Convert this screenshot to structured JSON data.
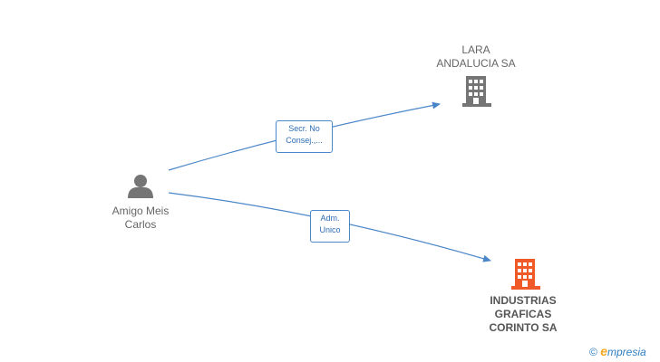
{
  "nodes": {
    "person": {
      "label_line1": "Amigo Meis",
      "label_line2": "Carlos",
      "icon": "person-icon"
    },
    "company_lara": {
      "label_line1": "LARA",
      "label_line2": "ANDALUCIA SA",
      "icon": "building-icon",
      "color": "#757575"
    },
    "company_industrias": {
      "label_line1": "INDUSTRIAS",
      "label_line2": "GRAFICAS",
      "label_line3": "CORINTO SA",
      "icon": "building-icon",
      "color": "#f05a28"
    }
  },
  "edges": [
    {
      "from": "person",
      "to": "company_lara",
      "label_line1": "Secr.  No",
      "label_line2": "Consej.,..."
    },
    {
      "from": "person",
      "to": "company_industrias",
      "label_line1": "Adm.",
      "label_line2": "Unico"
    }
  ],
  "colors": {
    "edge": "#4a86c8",
    "person_icon": "#757575"
  },
  "watermark": {
    "copyright": "©",
    "brand_initial": "e",
    "brand_rest": "mpresia"
  }
}
